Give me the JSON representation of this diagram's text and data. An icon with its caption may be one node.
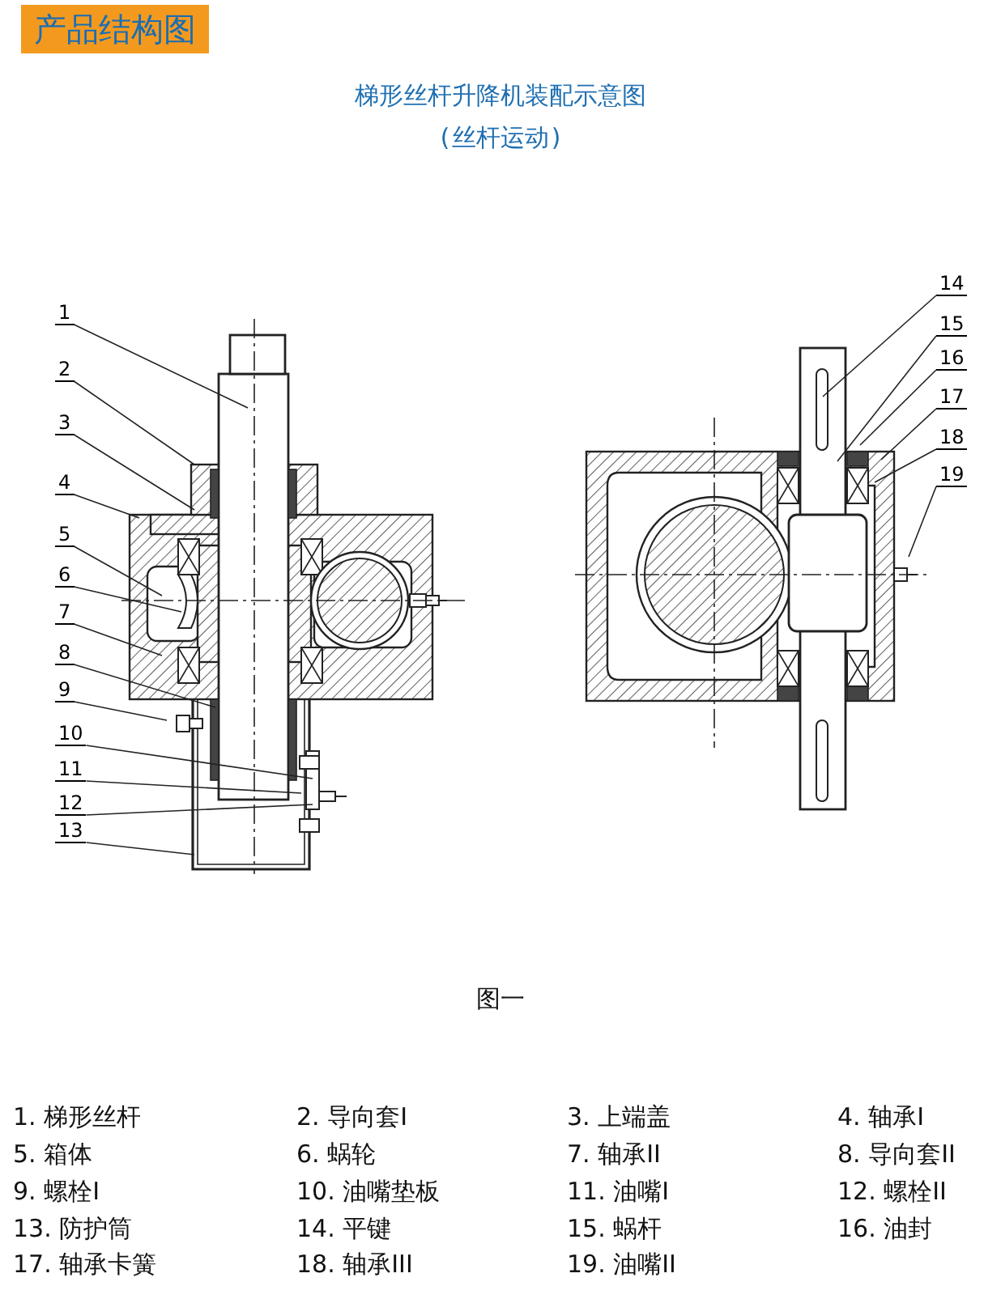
{
  "diagram": {
    "title": "梯形丝杆升降机装配示意图",
    "nodes": [
      {
        "text": [
          "产品结构图"
        ]
      },
      {
        "text": [
          "1"
        ]
      },
      {
        "text": [
          "2"
        ]
      },
      {
        "text": [
          "3"
        ]
      },
      {
        "text": [
          "4"
        ]
      },
      {
        "text": [
          "5"
        ]
      },
      {
        "text": [
          "6"
        ]
      },
      {
        "text": [
          "7"
        ]
      },
      {
        "text": [
          "8"
        ]
      },
      {
        "text": [
          "9"
        ]
      },
      {
        "text": [
          "10"
        ]
      },
      {
        "text": [
          "11"
        ]
      },
      {
        "text": [
          "12"
        ]
      },
      {
        "text": [
          "13"
        ]
      },
      {
        "text": [
          "14"
        ]
      },
      {
        "text": [
          "15"
        ]
      },
      {
        "text": [
          "16"
        ]
      },
      {
        "text": [
          "17"
        ]
      },
      {
        "text": [
          "18"
        ]
      },
      {
        "text": [
          "19"
        ]
      }
    ],
    "edges": [
      {
        "from": 1,
        "to": null,
        "arrow": "none"
      },
      {
        "from": 2,
        "to": null,
        "arrow": "none"
      },
      {
        "from": 3,
        "to": null,
        "arrow": "none"
      },
      {
        "from": 4,
        "to": null,
        "arrow": "none"
      },
      {
        "from": 5,
        "to": null,
        "arrow": "none"
      },
      {
        "from": 6,
        "to": null,
        "arrow": "none"
      },
      {
        "from": 7,
        "to": null,
        "arrow": "none"
      },
      {
        "from": 8,
        "to": null,
        "arrow": "none"
      },
      {
        "from": 9,
        "to": null,
        "arrow": "none"
      },
      {
        "from": 10,
        "to": null,
        "arrow": "none"
      },
      {
        "from": 11,
        "to": null,
        "arrow": "none"
      },
      {
        "from": 12,
        "to": null,
        "arrow": "none"
      },
      {
        "from": 13,
        "to": null,
        "arrow": "none"
      },
      {
        "from": 14,
        "to": null,
        "arrow": "none"
      },
      {
        "from": 15,
        "to": null,
        "arrow": "none"
      },
      {
        "from": 16,
        "to": null,
        "arrow": "none"
      },
      {
        "from": 17,
        "to": null,
        "arrow": "none"
      },
      {
        "from": 18,
        "to": null,
        "arrow": "none"
      },
      {
        "from": 19,
        "to": null,
        "arrow": "none"
      }
    ],
    "labels": [
      "(丝杆运动)",
      "图一",
      "1. 梯形丝杆",
      "2. 导向套I",
      "3. 上端盖",
      "4. 轴承I",
      "5. 箱体",
      "6. 蜗轮",
      "7. 轴承II",
      "8. 导向套II",
      "9. 螺栓I",
      "10. 油嘴垫板",
      "11. 油嘴I",
      "12. 螺栓II",
      "13. 防护筒",
      "14. 平键",
      "15. 蜗杆",
      "16. 油封",
      "17. 轴承卡簧",
      "18. 轴承III",
      "19. 油嘴II"
    ]
  }
}
